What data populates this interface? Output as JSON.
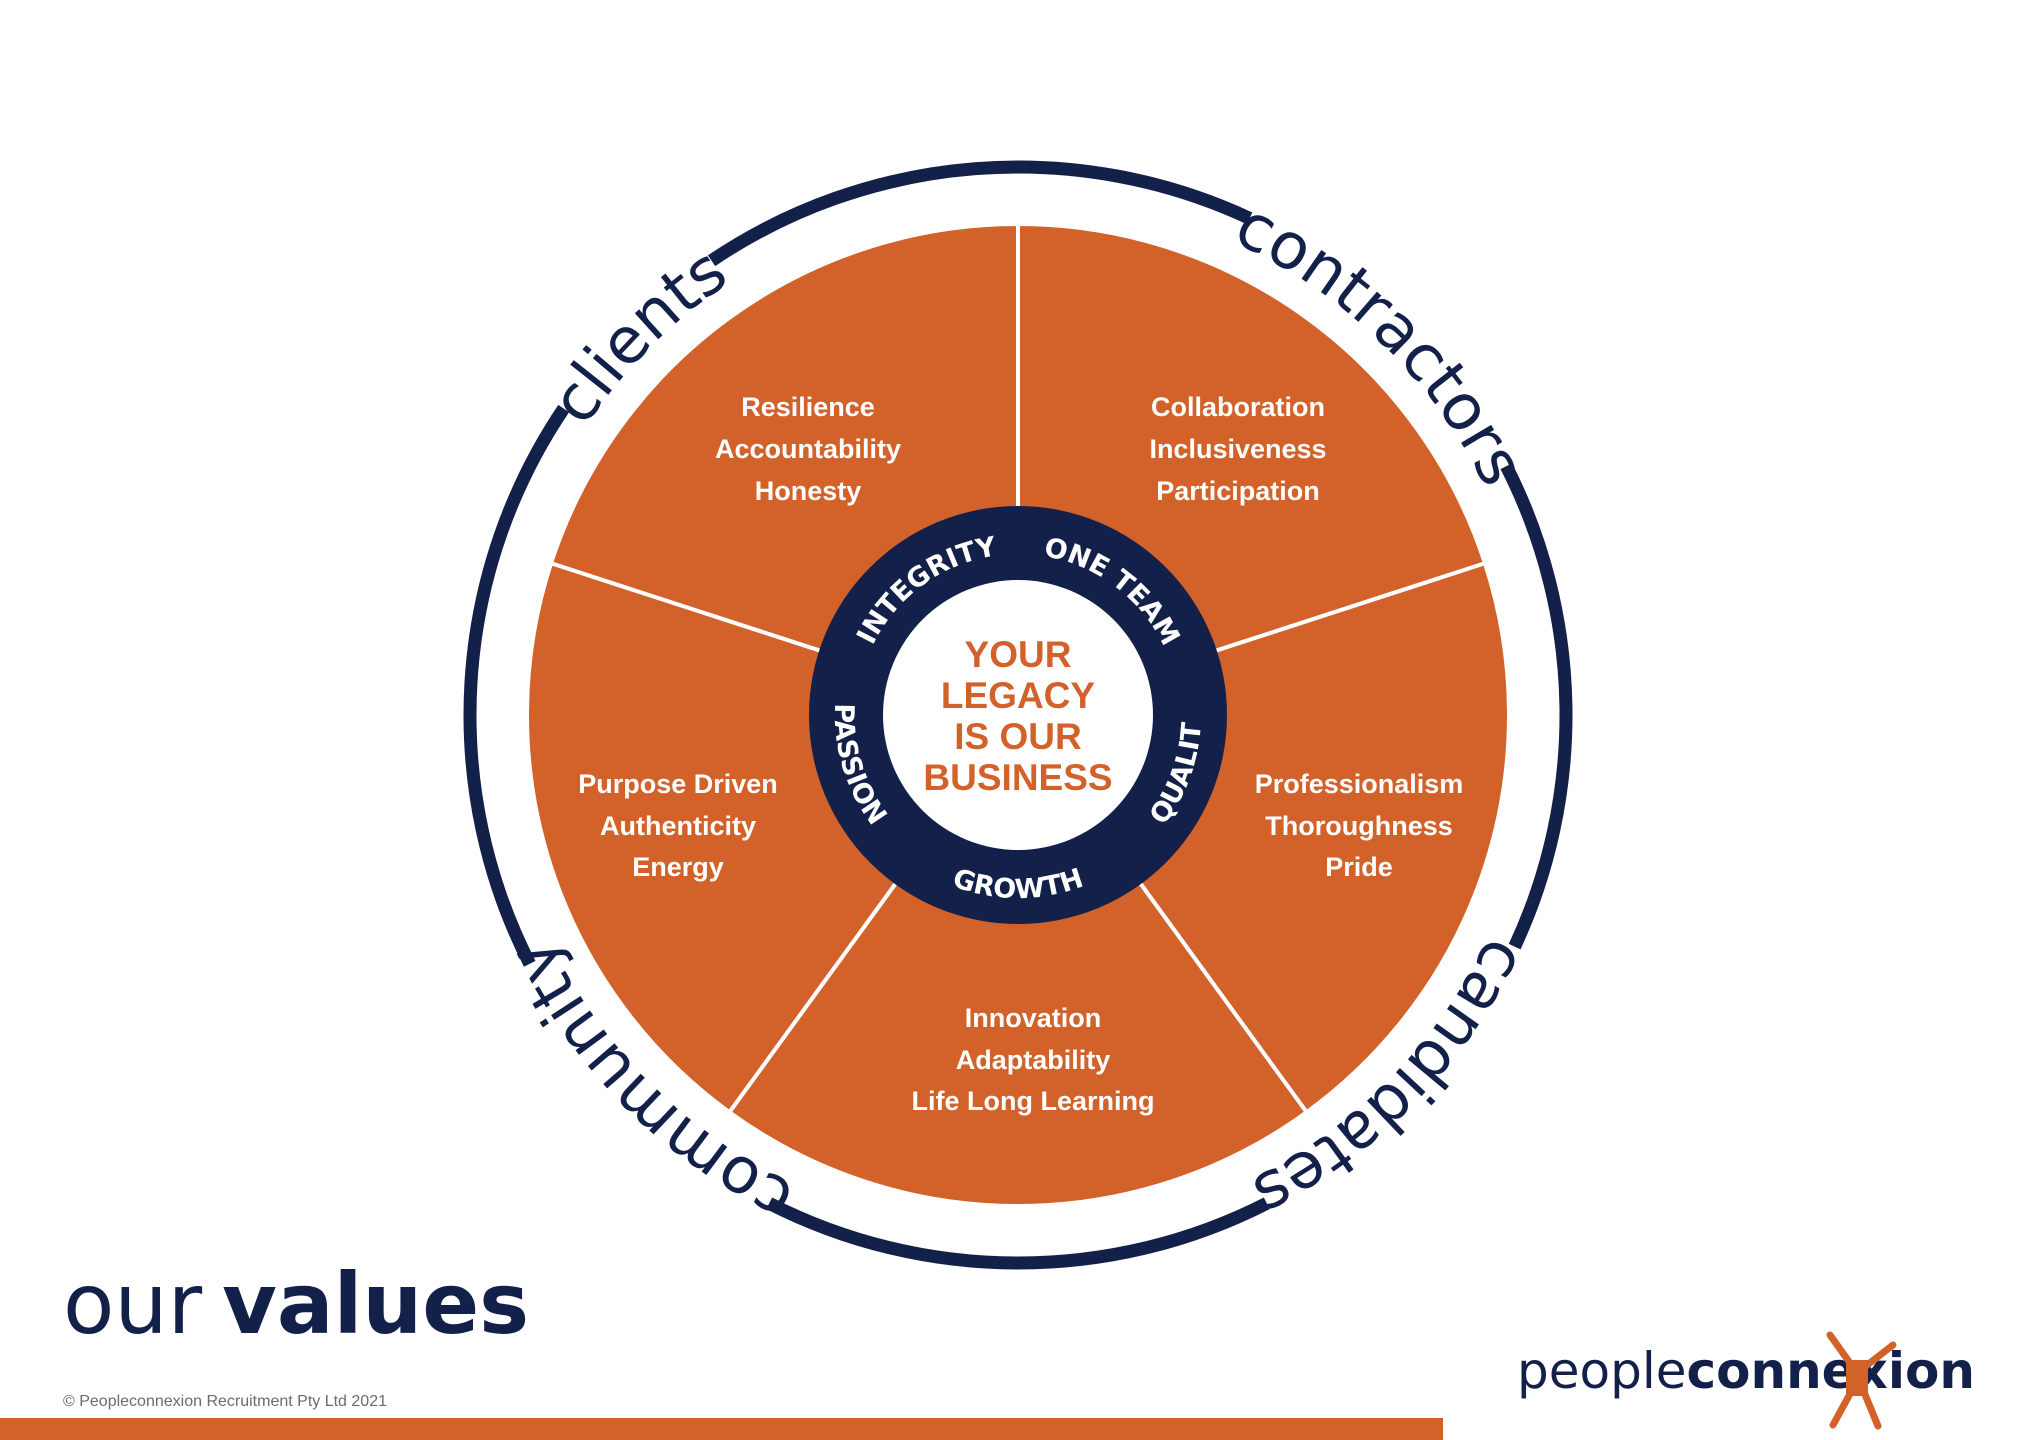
{
  "colors": {
    "orange": "#d2612a",
    "navy": "#13204a",
    "white": "#ffffff"
  },
  "audiences": [
    "clients",
    "contractors",
    "candidates",
    "community"
  ],
  "core_values": {
    "integrity": "INTEGRITY",
    "one_team": "ONE TEAM",
    "quality": "QUALITY",
    "growth": "GROWTH",
    "passion": "PASSION"
  },
  "center": [
    "YOUR",
    "LEGACY",
    "IS OUR",
    "BUSINESS"
  ],
  "segments": [
    {
      "lines": [
        "Resilience",
        "Accountability",
        "Honesty"
      ]
    },
    {
      "lines": [
        "Collaboration",
        "Inclusiveness",
        "Participation"
      ]
    },
    {
      "lines": [
        "Professionalism",
        "Thoroughness",
        "Pride"
      ]
    },
    {
      "lines": [
        "Innovation",
        "Adaptability",
        "Life Long Learning"
      ]
    },
    {
      "lines": [
        "Purpose Driven",
        "Authenticity",
        "Energy"
      ]
    }
  ],
  "title": {
    "light": "our",
    "bold": "values"
  },
  "copyright": "© Peopleconnexion Recruitment Pty Ltd 2021",
  "logo": {
    "light": "people",
    "bold": "connexion"
  }
}
